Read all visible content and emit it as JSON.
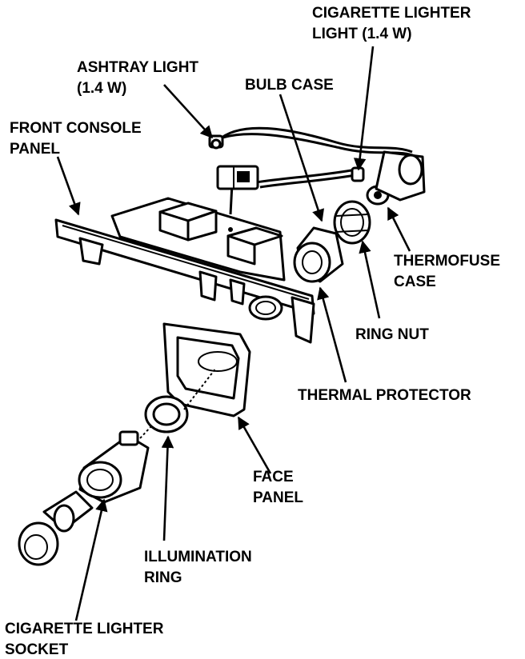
{
  "labels": {
    "cig_lighter_light_1": "CIGARETTE LIGHTER",
    "cig_lighter_light_2": "LIGHT (1.4 W)",
    "ashtray_light_1": "ASHTRAY LIGHT",
    "ashtray_light_2": "(1.4 W)",
    "bulb_case": "BULB CASE",
    "front_console_1": "FRONT CONSOLE",
    "front_console_2": "PANEL",
    "thermofuse_1": "THERMOFUSE",
    "thermofuse_2": "CASE",
    "ring_nut": "RING NUT",
    "thermal_protector": "THERMAL PROTECTOR",
    "face_panel_1": "FACE",
    "face_panel_2": "PANEL",
    "illumination_1": "ILLUMINATION",
    "illumination_2": "RING",
    "socket_1": "CIGARETTE LIGHTER",
    "socket_2": "SOCKET"
  }
}
